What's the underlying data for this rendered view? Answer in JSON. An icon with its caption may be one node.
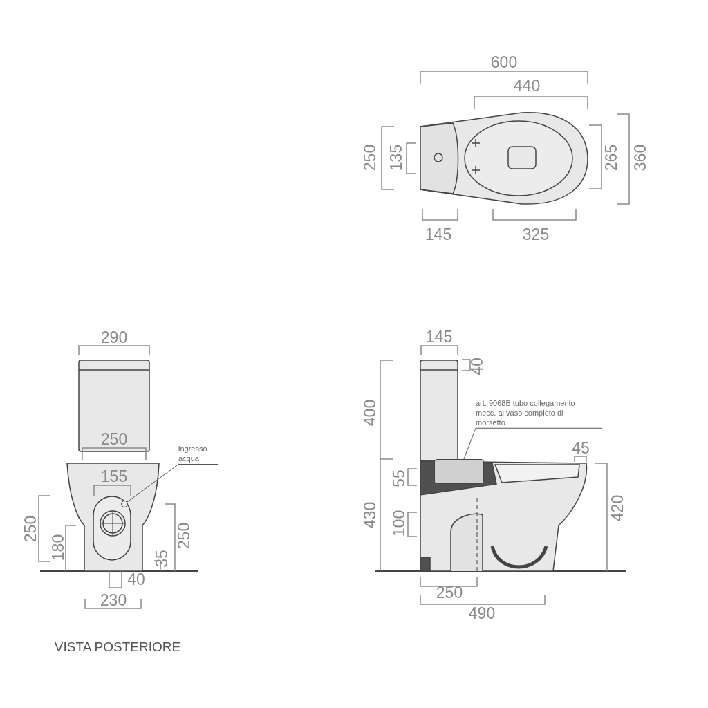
{
  "diagram": {
    "nodes": [
      {
        "text": [
          "ingresso acqua"
        ]
      },
      {
        "text": [],
        "shape": "circle"
      },
      {
        "text": [
          "art. 9068B tubo collegamento mecc. al vaso completo di morsetto"
        ]
      },
      {
        "text": [],
        "shape": "box"
      }
    ],
    "edges": [
      {
        "from": 0,
        "to": 1,
        "arrow": "none"
      },
      {
        "from": 2,
        "to": 3,
        "arrow": "none"
      }
    ],
    "labels": [
      "600",
      "440",
      "250",
      "135",
      "265",
      "360",
      "145",
      "325",
      "290",
      "250",
      "155",
      "250",
      "180",
      "250",
      "35",
      "40",
      "230",
      "145",
      "40",
      "400",
      "45",
      "55",
      "430",
      "100",
      "420",
      "250",
      "490",
      "VISTA POSTERIORE"
    ]
  }
}
